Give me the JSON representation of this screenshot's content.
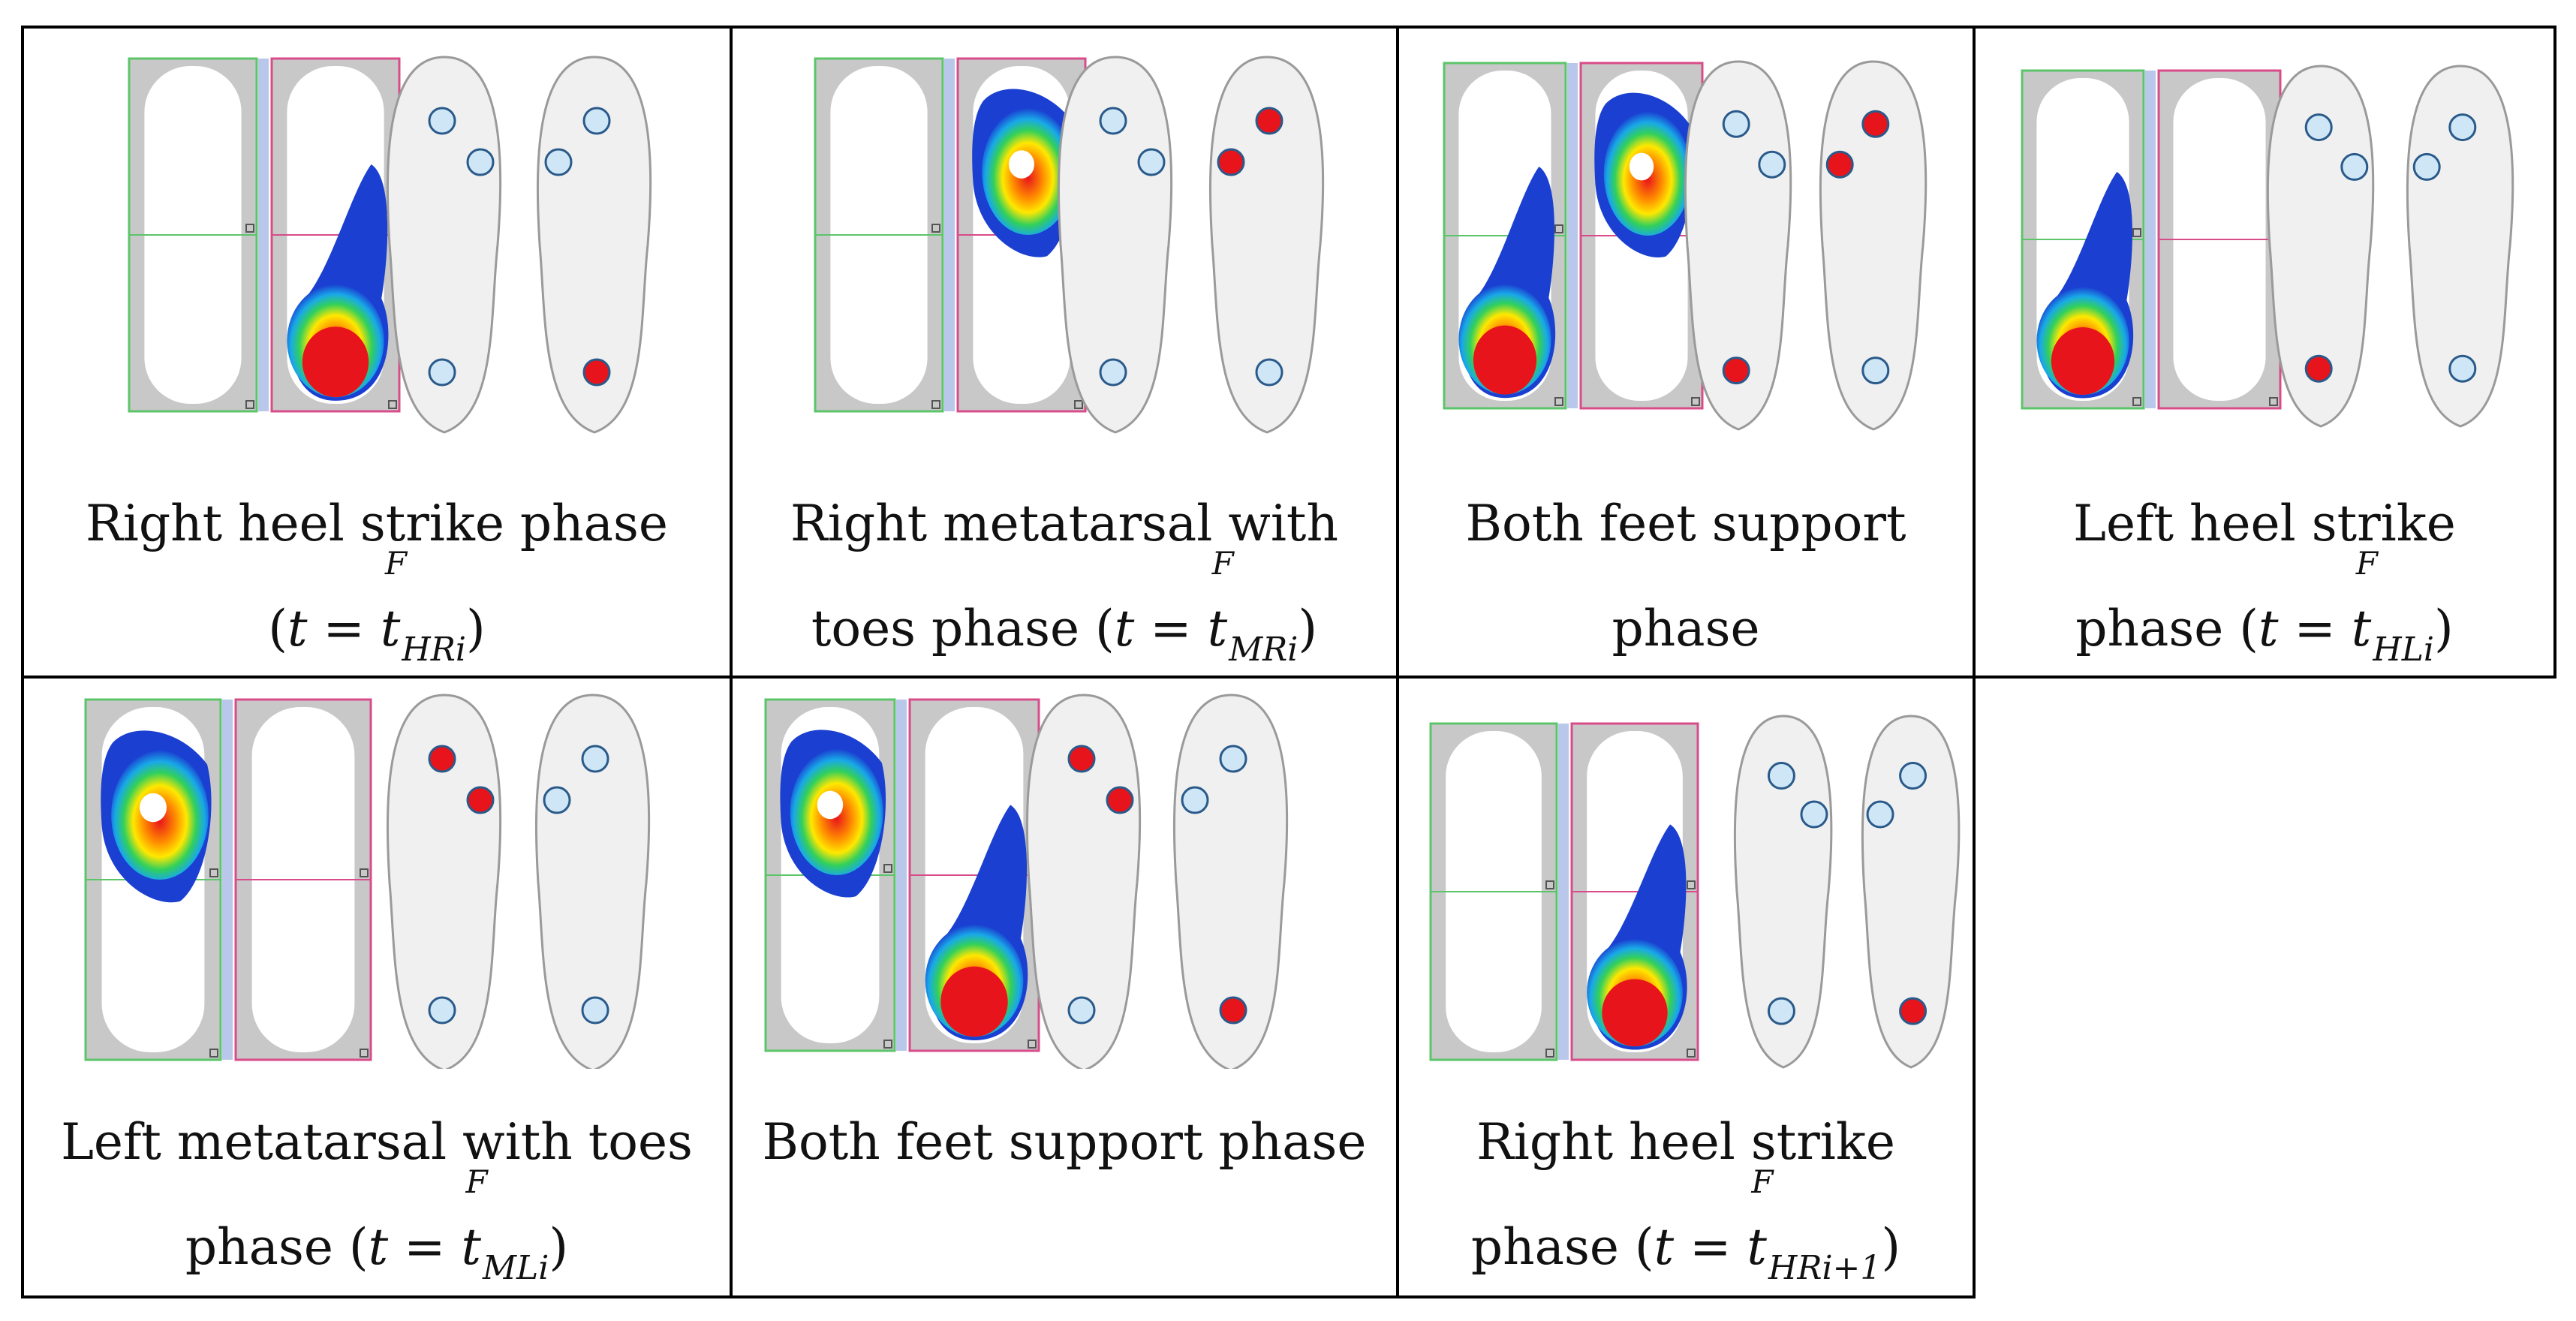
{
  "cells": [
    {
      "line1": "Right heel strike phase",
      "line2_prefix": "(",
      "math_var": "t",
      "math_eq": " =  ",
      "math_base": "t",
      "math_sup": "F",
      "math_sub": "HRi",
      "line2_suffix": ")",
      "plantar_left": "none",
      "plantar_right": "heel",
      "sensors_left": [
        "off",
        "off",
        "off"
      ],
      "sensors_right": [
        "off",
        "off",
        "on"
      ]
    },
    {
      "line1": "Right metatarsal with",
      "line2_prefix": "toes phase (",
      "math_var": "t",
      "math_eq": " =  ",
      "math_base": "t",
      "math_sup": "F",
      "math_sub": "MRi",
      "line2_suffix": ")",
      "plantar_left": "none",
      "plantar_right": "forefoot",
      "sensors_left": [
        "off",
        "off",
        "off"
      ],
      "sensors_right": [
        "on",
        "on",
        "off"
      ]
    },
    {
      "line1": "Both feet support",
      "line2_prefix": "phase",
      "math_var": "",
      "math_eq": "",
      "math_base": "",
      "math_sup": "",
      "math_sub": "",
      "line2_suffix": "",
      "plantar_left": "heel",
      "plantar_right": "forefoot",
      "sensors_left": [
        "off",
        "off",
        "on"
      ],
      "sensors_right": [
        "on",
        "on",
        "off"
      ]
    },
    {
      "line1": "Left heel strike",
      "line2_prefix": "phase (",
      "math_var": "t",
      "math_eq": " =  ",
      "math_base": "t",
      "math_sup": "F",
      "math_sub": "HLi",
      "line2_suffix": ")",
      "plantar_left": "heel",
      "plantar_right": "none",
      "sensors_left": [
        "off",
        "off",
        "on"
      ],
      "sensors_right": [
        "off",
        "off",
        "off"
      ]
    },
    {
      "line1": "Left metatarsal with toes",
      "line2_prefix": "phase (",
      "math_var": "t",
      "math_eq": " =  ",
      "math_base": "t",
      "math_sup": "F",
      "math_sub": "MLi",
      "line2_suffix": ")",
      "plantar_left": "forefoot",
      "plantar_right": "none",
      "sensors_left": [
        "on",
        "on",
        "off"
      ],
      "sensors_right": [
        "off",
        "off",
        "off"
      ]
    },
    {
      "line1": "Both feet support phase",
      "line2_prefix": "",
      "math_var": "",
      "math_eq": "",
      "math_base": "",
      "math_sup": "",
      "math_sub": "",
      "line2_suffix": "",
      "plantar_left": "forefoot",
      "plantar_right": "heel",
      "sensors_left": [
        "on",
        "on",
        "off"
      ],
      "sensors_right": [
        "off",
        "off",
        "on"
      ]
    },
    {
      "line1": "Right heel strike",
      "line2_prefix": "phase (",
      "math_var": "t",
      "math_eq": " =  ",
      "math_base": "t",
      "math_sup": "F",
      "math_sub": "HRi+1",
      "line2_suffix": ")",
      "plantar_left": "none",
      "plantar_right": "heel",
      "sensors_left": [
        "off",
        "off",
        "off"
      ],
      "sensors_right": [
        "off",
        "off",
        "on"
      ]
    }
  ],
  "colors": {
    "sensor_on": "#e8141c",
    "sensor_off": "#cfe6f7",
    "sensor_stroke": "#2a5a8a",
    "insole_fill": "#f0f0f0",
    "insole_stroke": "#9a9a9a"
  }
}
